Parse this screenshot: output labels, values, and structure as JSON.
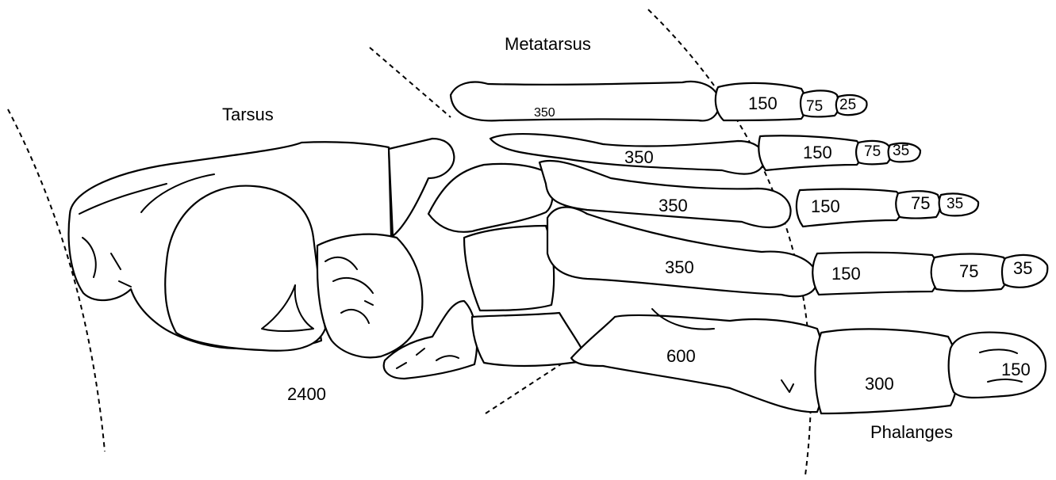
{
  "regions": {
    "tarsus": "Tarsus",
    "metatarsus": "Metatarsus",
    "phalanges": "Phalanges"
  },
  "values": {
    "tarsus_total": "2400",
    "toe1": {
      "metatarsal": "350",
      "proximal": "150",
      "middle": "75",
      "distal": "25"
    },
    "toe2": {
      "metatarsal": "350",
      "proximal": "150",
      "middle": "75",
      "distal": "35"
    },
    "toe3": {
      "metatarsal": "350",
      "proximal": "150",
      "middle": "75",
      "distal": "35"
    },
    "toe4": {
      "metatarsal": "350",
      "proximal": "150",
      "middle": "75",
      "distal": "35"
    },
    "hallux": {
      "metatarsal": "600",
      "proximal": "300",
      "distal": "150"
    }
  }
}
